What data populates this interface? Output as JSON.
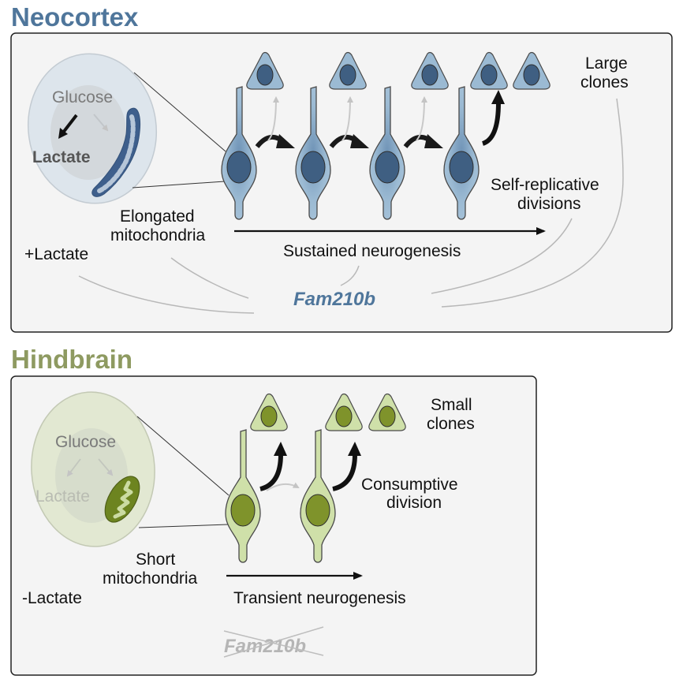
{
  "colors": {
    "neocortex_title": "#4f769b",
    "neocortex_cell_fill": "#9bbad3",
    "neocortex_nucleus": "#3f5f82",
    "hindbrain_title": "#8e9a61",
    "hindbrain_cell_fill": "#cfe0a9",
    "hindbrain_nucleus": "#7f932b",
    "panel_fill": "#f4f4f4",
    "panel_border": "#222222",
    "gene_active": "#4f769b",
    "gene_inactive": "#b5b5b5"
  },
  "neocortex": {
    "title": "Neocortex",
    "metabolism": {
      "glucose_label": "Glucose",
      "lactate_label": "Lactate",
      "lactate_emphasized": true
    },
    "mitochondria_label_line1": "Elongated",
    "mitochondria_label_line2": "mitochondria",
    "condition_label": "+Lactate",
    "timeline_label": "Sustained neurogenesis",
    "division_label_line1": "Self-replicative",
    "division_label_line2": "divisions",
    "clone_label_line1": "Large",
    "clone_label_line2": "clones",
    "gene_label": "Fam210b",
    "gene_expressed": true,
    "progenitor_count": 4,
    "neuron_count": 5
  },
  "hindbrain": {
    "title": "Hindbrain",
    "metabolism": {
      "glucose_label": "Glucose",
      "lactate_label": "Lactate",
      "lactate_emphasized": false
    },
    "mitochondria_label_line1": "Short",
    "mitochondria_label_line2": "mitochondria",
    "condition_label": "-Lactate",
    "timeline_label": "Transient neurogenesis",
    "division_label_line1": "Consumptive",
    "division_label_line2": "division",
    "clone_label_line1": "Small",
    "clone_label_line2": "clones",
    "gene_label": "Fam210b",
    "gene_expressed": false,
    "progenitor_count": 2,
    "neuron_count": 3
  }
}
